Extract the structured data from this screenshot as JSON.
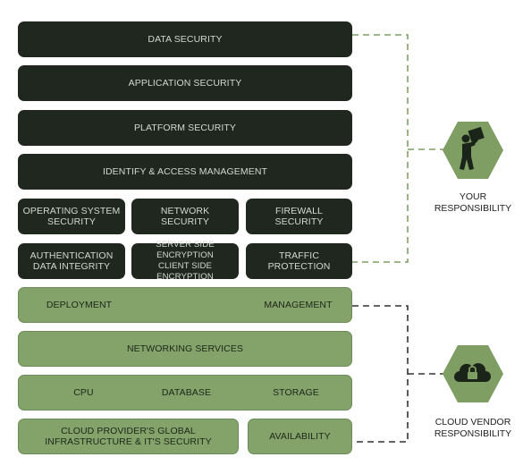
{
  "colors": {
    "dark_block": "#1f271f",
    "light_block": "#84a36a",
    "hexagon": "#7f9e63",
    "your_line": "#7f9e63",
    "vendor_line": "#333333"
  },
  "customer_layers": {
    "data_security": "DATA SECURITY",
    "application_security": "APPLICATION SECURITY",
    "platform_security": "PLATFORM SECURITY",
    "identity_access": "IDENTIFY & ACCESS MANAGEMENT",
    "os_security": "OPERATING SYSTEM\nSECURITY",
    "network_security": "NETWORK\nSECURITY",
    "firewall_security": "FIREWALL\nSECURITY",
    "auth_integrity": "AUTHENTICATION\nDATA INTEGRITY",
    "encryption": "SERVER SIDE ENCRYPTION\nCLIENT SIDE ENCRYPTION",
    "traffic_protection": "TRAFFIC\nPROTECTION"
  },
  "vendor_layers": {
    "deployment": "DEPLOYMENT",
    "management": "MANAGEMENT",
    "networking_services": "NETWORKING SERVICES",
    "cpu": "CPU",
    "database": "DATABASE",
    "storage": "STORAGE",
    "global_infrastructure": "CLOUD PROVIDER'S GLOBAL\nINFRASTRUCTURE & IT'S SECURITY",
    "availability": "AVAILABILITY"
  },
  "responsibility": {
    "yours": {
      "label": "YOUR\nRESPONSIBILITY",
      "icon": "person-carrying-box-icon"
    },
    "vendor": {
      "label": "CLOUD VENDOR\nRESPONSIBILITY",
      "icon": "cloud-lock-icon"
    }
  }
}
